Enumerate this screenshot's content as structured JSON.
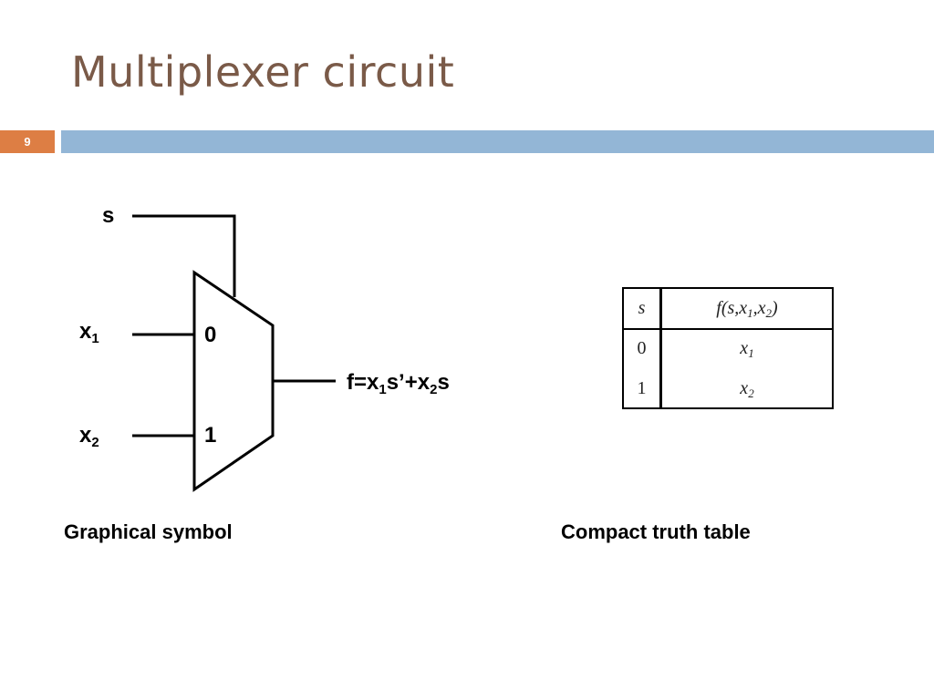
{
  "slide": {
    "title": "Multiplexer circuit",
    "number": "9"
  },
  "symbol": {
    "select": "s",
    "input1": "x",
    "input1_sub": "1",
    "input2": "x",
    "input2_sub": "2",
    "port0": "0",
    "port1": "1",
    "output_f": "f=x",
    "output_sub1": "1",
    "output_mid": "s’+x",
    "output_sub2": "2",
    "output_end": "s",
    "caption": "Graphical symbol"
  },
  "truth_table": {
    "header_s": "s",
    "header_f_prefix": "f(s,x",
    "header_f_sub1": "1",
    "header_f_mid": ",x",
    "header_f_sub2": "2",
    "header_f_suffix": ")",
    "rows": [
      {
        "s": "0",
        "f": "x",
        "f_sub": "1"
      },
      {
        "s": "1",
        "f": "x",
        "f_sub": "2"
      }
    ],
    "caption": "Compact truth table"
  }
}
